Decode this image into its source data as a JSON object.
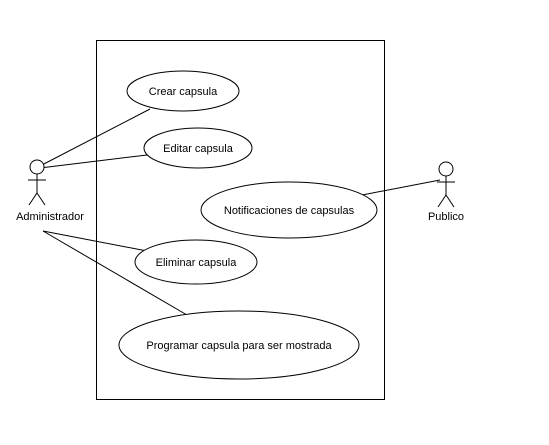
{
  "diagram": {
    "actors": {
      "admin": {
        "name": "Administrador"
      },
      "publico": {
        "name": "Publico"
      }
    },
    "use_cases": {
      "crear": "Crear capsula",
      "editar": "Editar capsula",
      "notificaciones": "Notificaciones de capsulas",
      "eliminar": "Eliminar capsula",
      "programar": "Programar capsula para ser mostrada"
    }
  }
}
